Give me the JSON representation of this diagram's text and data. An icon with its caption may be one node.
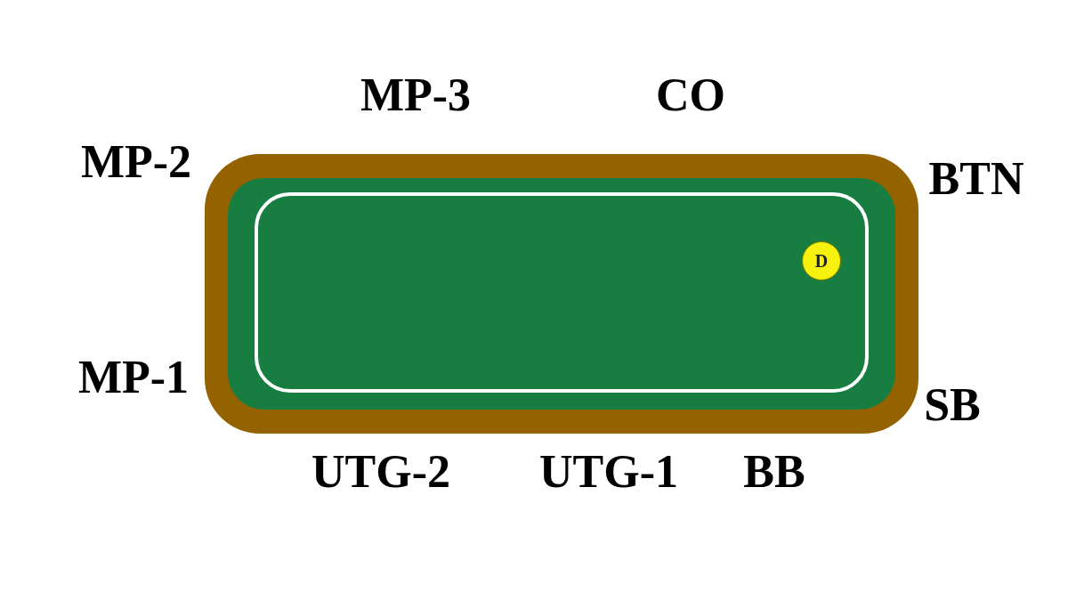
{
  "diagram": {
    "nodes": [
      {
        "text": [],
        "shape": "box"
      },
      {
        "text": [
          "D"
        ],
        "in": 0
      }
    ],
    "labels": [
      "MP-3",
      "CO",
      "MP-2",
      "BTN",
      "MP-1",
      "SB",
      "UTG-2",
      "UTG-1",
      "BB"
    ]
  }
}
